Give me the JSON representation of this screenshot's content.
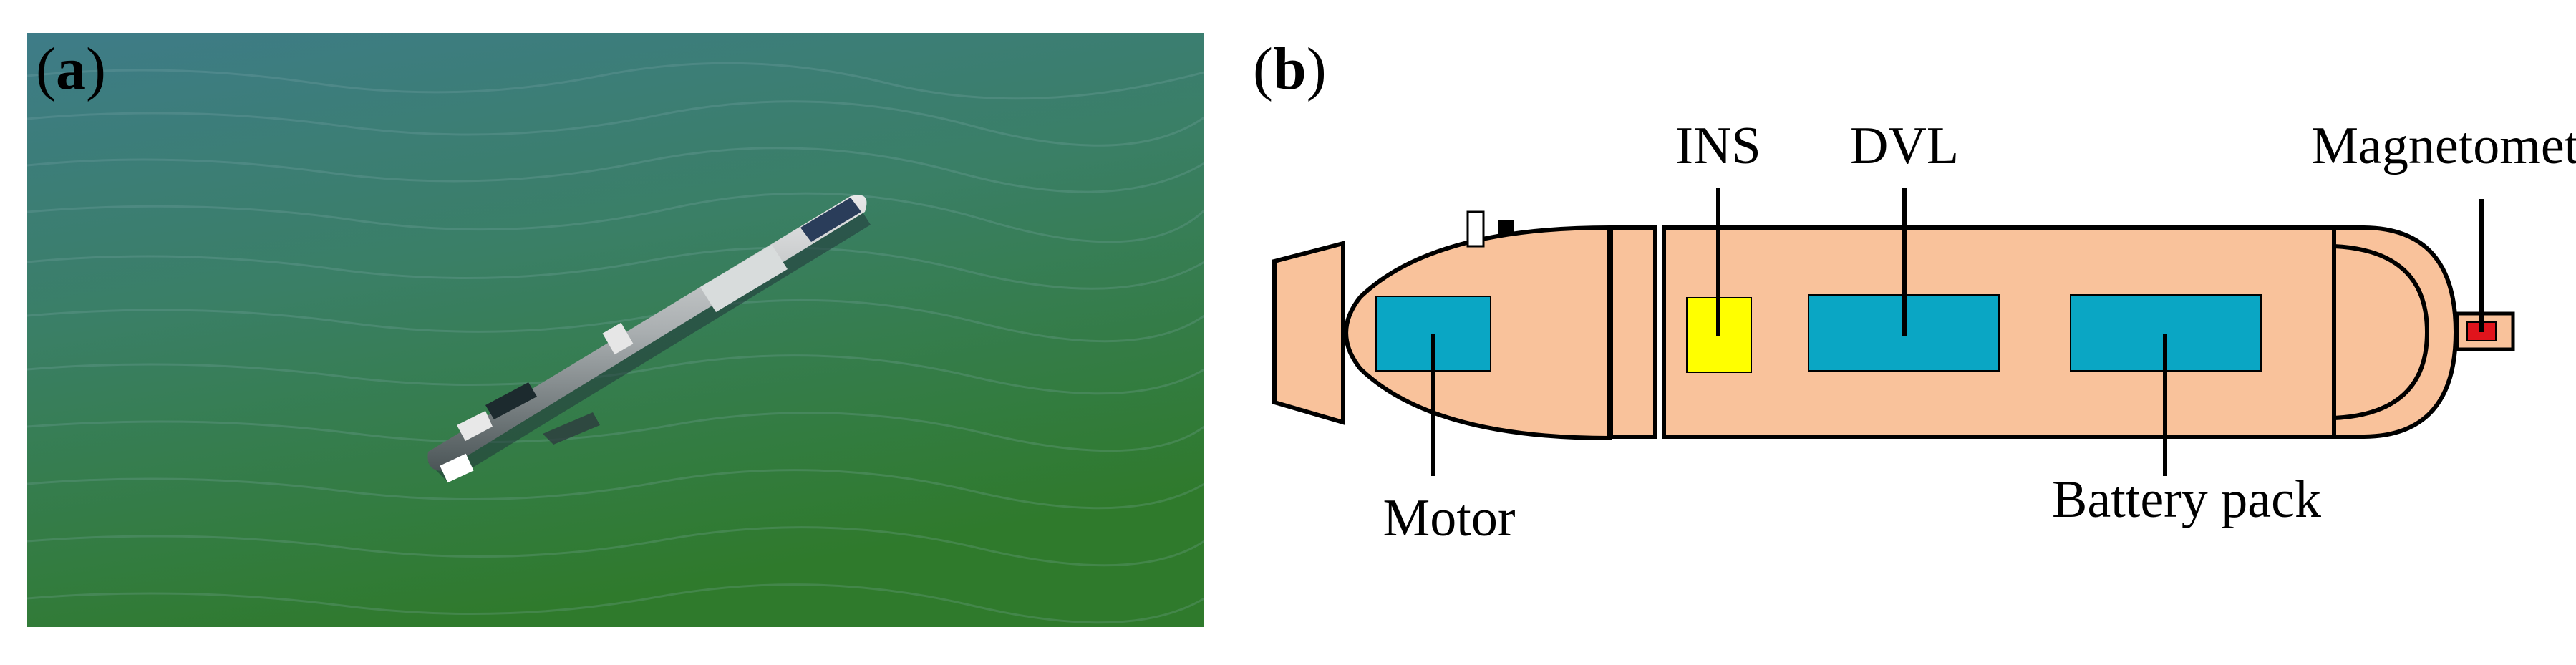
{
  "panels": {
    "a": {
      "label": "a"
    },
    "b": {
      "label": "b"
    }
  },
  "components": {
    "ins": "INS",
    "dvl": "DVL",
    "magnetometer": "Magnetometer",
    "motor": "Motor",
    "battery_pack": "Battery pack"
  },
  "colors": {
    "hull": "#f9c29b",
    "sensor_blue": "#0aa6c4",
    "ins_yellow": "#ffff00",
    "magnetometer_red": "#e0141c",
    "water_top": "#3d7b85",
    "water_bottom": "#2f7a2e"
  }
}
